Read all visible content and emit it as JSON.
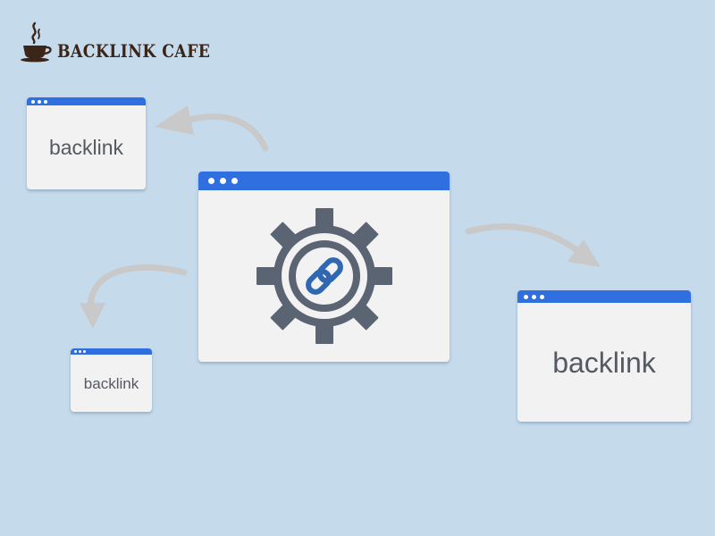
{
  "brand": {
    "name": "BACKLINK CAFE",
    "icon": "coffee-cup-icon"
  },
  "windows": {
    "top_left": {
      "label": "backlink"
    },
    "bottom_left": {
      "label": "backlink"
    },
    "right": {
      "label": "backlink"
    },
    "center": {
      "icon": "gear-with-chain-link-icon"
    }
  },
  "colors": {
    "background": "#c5dbec",
    "window_bar": "#2f6fe0",
    "window_body": "#f2f2f3",
    "gear": "#5b6472",
    "link": "#2f67b2",
    "arrow": "#c9c9c9",
    "brand_text": "#3b2418"
  }
}
